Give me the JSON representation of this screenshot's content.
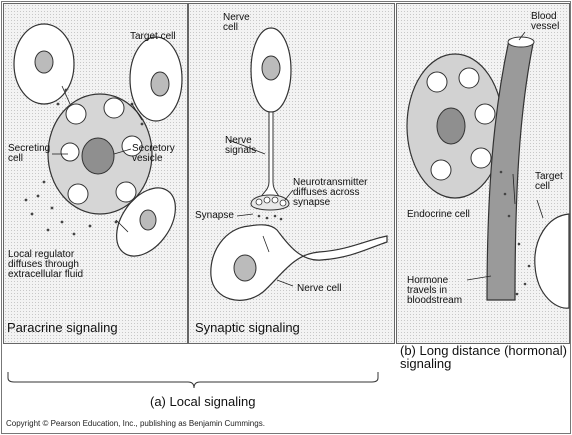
{
  "panel_a1": {
    "target_cell": "Target cell",
    "secreting_cell": "Secreting\ncell",
    "secretory_vesicle": "Secretory\nvesicle",
    "local_regulator": "Local regulator\ndiffuses through\nextracellular fluid",
    "caption": "Paracrine signaling"
  },
  "panel_a2": {
    "nerve_cell_top": "Nerve\ncell",
    "nerve_signals": "Nerve\nsignals",
    "neurotransmitter": "Neurotransmitter\ndiffuses across\nsynapse",
    "synapse": "Synapse",
    "nerve_cell_bottom": "Nerve cell",
    "caption": "Synaptic signaling"
  },
  "panel_b": {
    "blood_vessel": "Blood\nvessel",
    "target_cell": "Target\ncell",
    "endocrine_cell": "Endocrine cell",
    "hormone": "Hormone\ntravels in\nbloodstream",
    "caption": "(b) Long distance (hormonal)\nsignaling"
  },
  "local_signaling_caption": "(a) Local signaling",
  "copyright": "Copyright © Pearson Education, Inc., publishing as Benjamin Cummings."
}
